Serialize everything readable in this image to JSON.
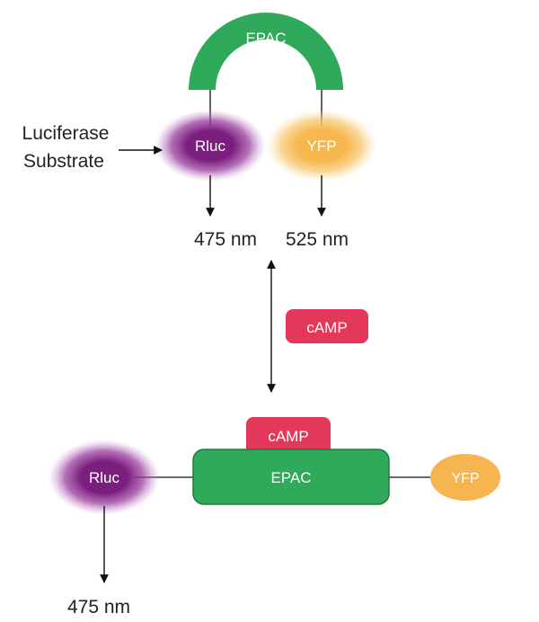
{
  "top_construct": {
    "epac_label": "EPAC",
    "rluc_label": "Rluc",
    "yfp_label": "YFP",
    "substrate_line1": "Luciferase",
    "substrate_line2": "Substrate",
    "emission_rluc": "475 nm",
    "emission_yfp": "525 nm"
  },
  "equilibrium": {
    "camp_label": "cAMP"
  },
  "bottom_construct": {
    "camp_label": "cAMP",
    "epac_label": "EPAC",
    "rluc_label": "Rluc",
    "yfp_label": "YFP",
    "emission_rluc": "475 nm"
  },
  "colors": {
    "epac_green": "#2fa95a",
    "epac_green_dark": "#1d7a3f",
    "camp_red": "#e3385a",
    "rluc_purple": "#7a1f7d",
    "yfp_orange": "#f6b54e",
    "line": "#111111"
  }
}
